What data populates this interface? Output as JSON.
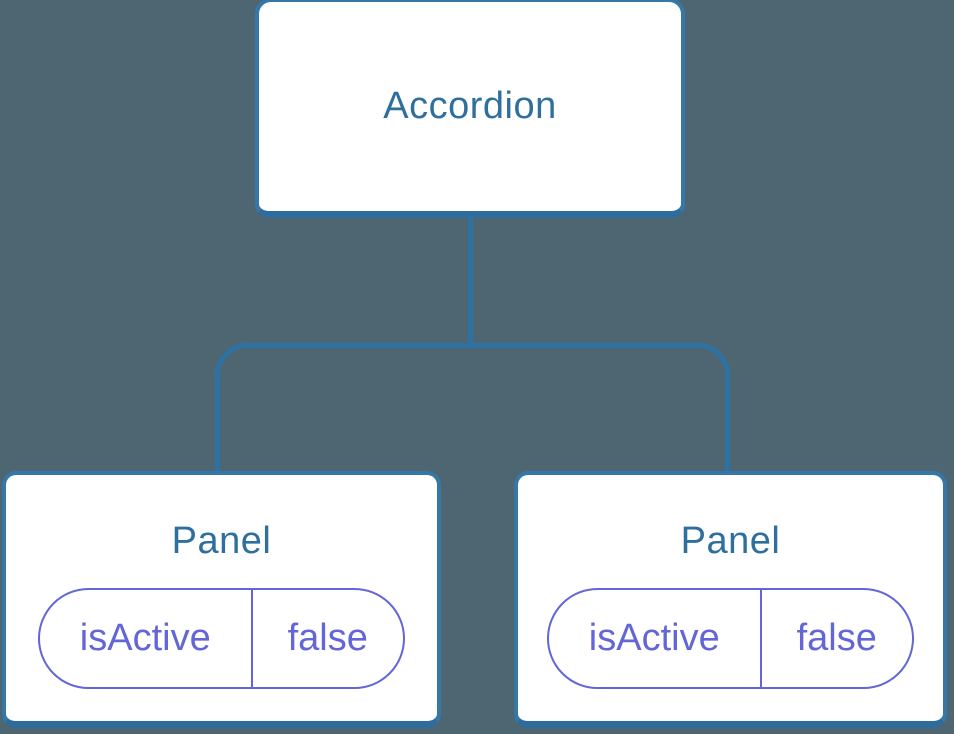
{
  "diagram": {
    "root": {
      "label": "Accordion"
    },
    "panels": [
      {
        "label": "Panel",
        "prop": {
          "name": "isActive",
          "value": "false"
        }
      },
      {
        "label": "Panel",
        "prop": {
          "name": "isActive",
          "value": "false"
        }
      }
    ]
  },
  "colors": {
    "background": "#4d6672",
    "node_fill": "#ffffff",
    "node_border": "#3577a6",
    "node_border_bottom": "#2d6c9c",
    "connector": "#2e72a4",
    "node_label": "#2f6f9e",
    "prop_accent": "#6366d6"
  }
}
